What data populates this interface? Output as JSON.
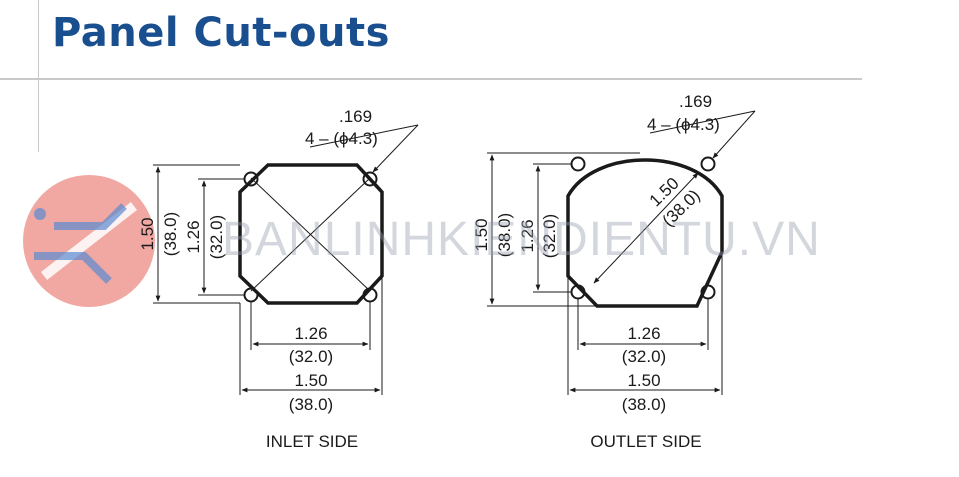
{
  "title": "Panel Cut-outs",
  "watermark_text": "BANLINHKIENDIENTU.VN",
  "inlet": {
    "caption": "INLET SIDE",
    "hole_dia_in": ".169",
    "hole_dia_mm": "4 –  (ϕ4.3)",
    "height_outer_in": "1.50",
    "height_outer_mm": "(38.0)",
    "height_inner_in": "1.26",
    "height_inner_mm": "(32.0)",
    "width_inner_in": "1.26",
    "width_inner_mm": "(32.0)",
    "width_outer_in": "1.50",
    "width_outer_mm": "(38.0)"
  },
  "outlet": {
    "caption": "OUTLET SIDE",
    "hole_dia_in": ".169",
    "hole_dia_mm": "4 –  (ϕ4.3)",
    "diag_in": "1.50",
    "diag_mm": "(38.0)",
    "height_outer_in": "1.50",
    "height_outer_mm": "(38.0)",
    "height_inner_in": "1.26",
    "height_inner_mm": "(32.0)",
    "width_inner_in": "1.26",
    "width_inner_mm": "(32.0)",
    "width_outer_in": "1.50",
    "width_outer_mm": "(38.0)"
  },
  "colors": {
    "title": "#1a4f8f",
    "line": "#1a1a1a",
    "rule": "#c9c9c9"
  }
}
